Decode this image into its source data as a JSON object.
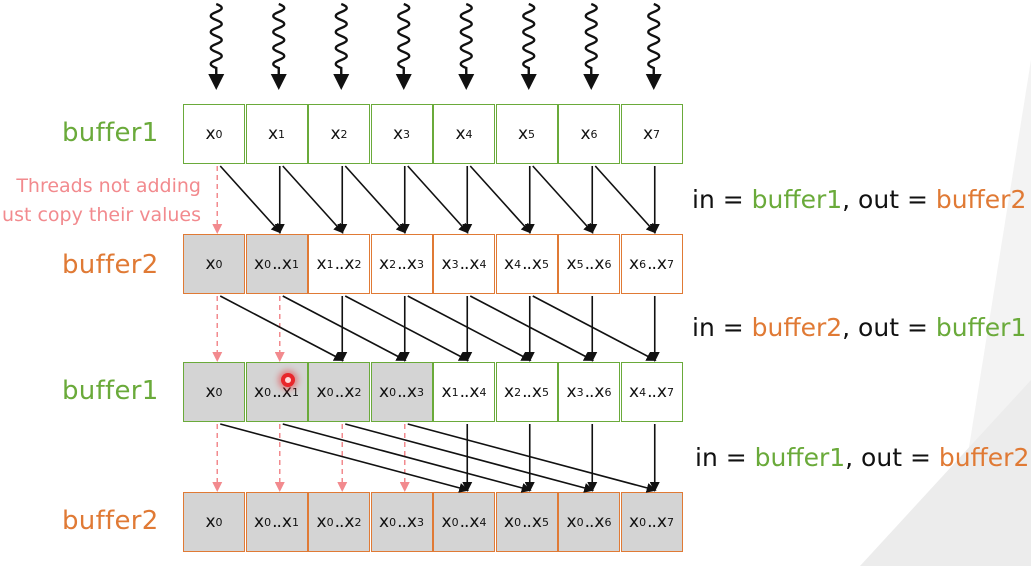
{
  "rows": [
    {
      "label": "buffer1",
      "color": "#6aaa3a",
      "cells": [
        {
          "a": "x",
          "as": "0",
          "gray": false
        },
        {
          "a": "x",
          "as": "1",
          "gray": false
        },
        {
          "a": "x",
          "as": "2",
          "gray": false
        },
        {
          "a": "x",
          "as": "3",
          "gray": false
        },
        {
          "a": "x",
          "as": "4",
          "gray": false
        },
        {
          "a": "x",
          "as": "5",
          "gray": false
        },
        {
          "a": "x",
          "as": "6",
          "gray": false
        },
        {
          "a": "x",
          "as": "7",
          "gray": false
        }
      ]
    },
    {
      "label": "buffer2",
      "color": "#e07a35",
      "cells": [
        {
          "a": "x",
          "as": "0",
          "gray": true
        },
        {
          "a": "x",
          "as": "0",
          "b": "x",
          "bs": "1",
          "gray": true
        },
        {
          "a": "x",
          "as": "1",
          "b": "x",
          "bs": "2",
          "gray": false
        },
        {
          "a": "x",
          "as": "2",
          "b": "x",
          "bs": "3",
          "gray": false
        },
        {
          "a": "x",
          "as": "3",
          "b": "x",
          "bs": "4",
          "gray": false
        },
        {
          "a": "x",
          "as": "4",
          "b": "x",
          "bs": "5",
          "gray": false
        },
        {
          "a": "x",
          "as": "5",
          "b": "x",
          "bs": "6",
          "gray": false
        },
        {
          "a": "x",
          "as": "6",
          "b": "x",
          "bs": "7",
          "gray": false
        }
      ]
    },
    {
      "label": "buffer1",
      "color": "#6aaa3a",
      "cells": [
        {
          "a": "x",
          "as": "0",
          "gray": true
        },
        {
          "a": "x",
          "as": "0",
          "b": "x",
          "bs": "1",
          "gray": true
        },
        {
          "a": "x",
          "as": "0",
          "b": "x",
          "bs": "2",
          "gray": true
        },
        {
          "a": "x",
          "as": "0",
          "b": "x",
          "bs": "3",
          "gray": true
        },
        {
          "a": "x",
          "as": "1",
          "b": "x",
          "bs": "4",
          "gray": false
        },
        {
          "a": "x",
          "as": "2",
          "b": "x",
          "bs": "5",
          "gray": false
        },
        {
          "a": "x",
          "as": "3",
          "b": "x",
          "bs": "6",
          "gray": false
        },
        {
          "a": "x",
          "as": "4",
          "b": "x",
          "bs": "7",
          "gray": false
        }
      ]
    },
    {
      "label": "buffer2",
      "color": "#e07a35",
      "cells": [
        {
          "a": "x",
          "as": "0",
          "gray": true
        },
        {
          "a": "x",
          "as": "0",
          "b": "x",
          "bs": "1",
          "gray": true
        },
        {
          "a": "x",
          "as": "0",
          "b": "x",
          "bs": "2",
          "gray": true
        },
        {
          "a": "x",
          "as": "0",
          "b": "x",
          "bs": "3",
          "gray": true
        },
        {
          "a": "x",
          "as": "0",
          "b": "x",
          "bs": "4",
          "gray": true
        },
        {
          "a": "x",
          "as": "0",
          "b": "x",
          "bs": "5",
          "gray": true
        },
        {
          "a": "x",
          "as": "0",
          "b": "x",
          "bs": "6",
          "gray": true
        },
        {
          "a": "x",
          "as": "0",
          "b": "x",
          "bs": "7",
          "gray": true
        }
      ]
    }
  ],
  "captions": [
    {
      "in_label": "in = ",
      "in_value": "buffer1",
      "sep": ", out = ",
      "out_value": "buffer2"
    },
    {
      "in_label": "in = ",
      "in_value": "buffer2",
      "sep": ", out = ",
      "out_value": "buffer1"
    },
    {
      "in_label": "in = ",
      "in_value": "buffer1",
      "sep": ", out = ",
      "out_value": "buffer2"
    }
  ],
  "note": {
    "line1": "Threads not adding",
    "line2": "ust copy their values",
    "color": "#f28a8e"
  },
  "steps": [
    1,
    2,
    4
  ],
  "thread_count": 8,
  "icons": [
    "squiggle-thread-arrow-icon",
    "laser-pointer-icon"
  ]
}
